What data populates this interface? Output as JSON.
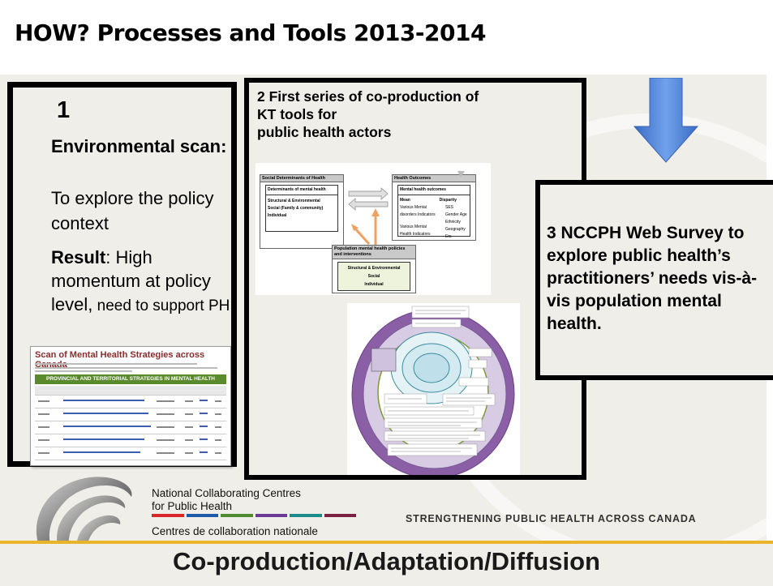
{
  "slide": {
    "title": "HOW? Processes and Tools 2013-2014"
  },
  "box1": {
    "number": "1",
    "heading": "Environmental scan:",
    "purpose": "To explore the policy context",
    "result_label": "Result",
    "result_text": ": High momentum at policy level,",
    "result_small": " need to support PH"
  },
  "strategy_doc": {
    "title": "Scan of Mental Health Strategies across Canada",
    "band": "PROVINCIAL AND TERRITORIAL STRATEGIES IN MENTAL HEALTH"
  },
  "box2": {
    "title_line1": "2 First series of co-production of",
    "title_line2": "KT tools for",
    "title_line3": "public health actors"
  },
  "framework": {
    "sdh_title": "Social Determinants of Health",
    "dmh_title": "Determinants of mental health",
    "dmh_items": [
      "Structural & Environmental",
      "Social (Family & community)",
      "Individual"
    ],
    "ho_title": "Health Outcomes",
    "mho_title": "Mental health outcomes",
    "mean_label": "Mean",
    "disparity_label": "Disparity",
    "mean_items": [
      "Various Mental disorders Indicators",
      "Various Mental Health Indicators"
    ],
    "disparity_items": [
      "SES Gender Age Ethnicity Geography Etc."
    ],
    "pop_title": "Population mental health policies and interventions",
    "pop_items": [
      "Structural & Environmental",
      "Social",
      "Individual"
    ]
  },
  "box3": {
    "text": "3 NCCPH Web Survey to explore public health’s practitioners’ needs vis-à-vis population mental health."
  },
  "footer": {
    "org_en_line1": "National Collaborating Centres",
    "org_en_line2": "for Public Health",
    "org_fr": "Centres de collaboration nationale",
    "tagline": "STRENGTHENING PUBLIC HEALTH ACROSS CANADA",
    "bottom": "Co-production/Adaptation/Diffusion",
    "stripe_colors": [
      "#d9262b",
      "#1f5aa8",
      "#4b8a2e",
      "#6a3a96",
      "#1d8a8a",
      "#7a2040"
    ]
  },
  "colors": {
    "arrow_blue": "#4a7fd6",
    "gold": "#e8b52a",
    "slide_bg": "#efeee8"
  }
}
